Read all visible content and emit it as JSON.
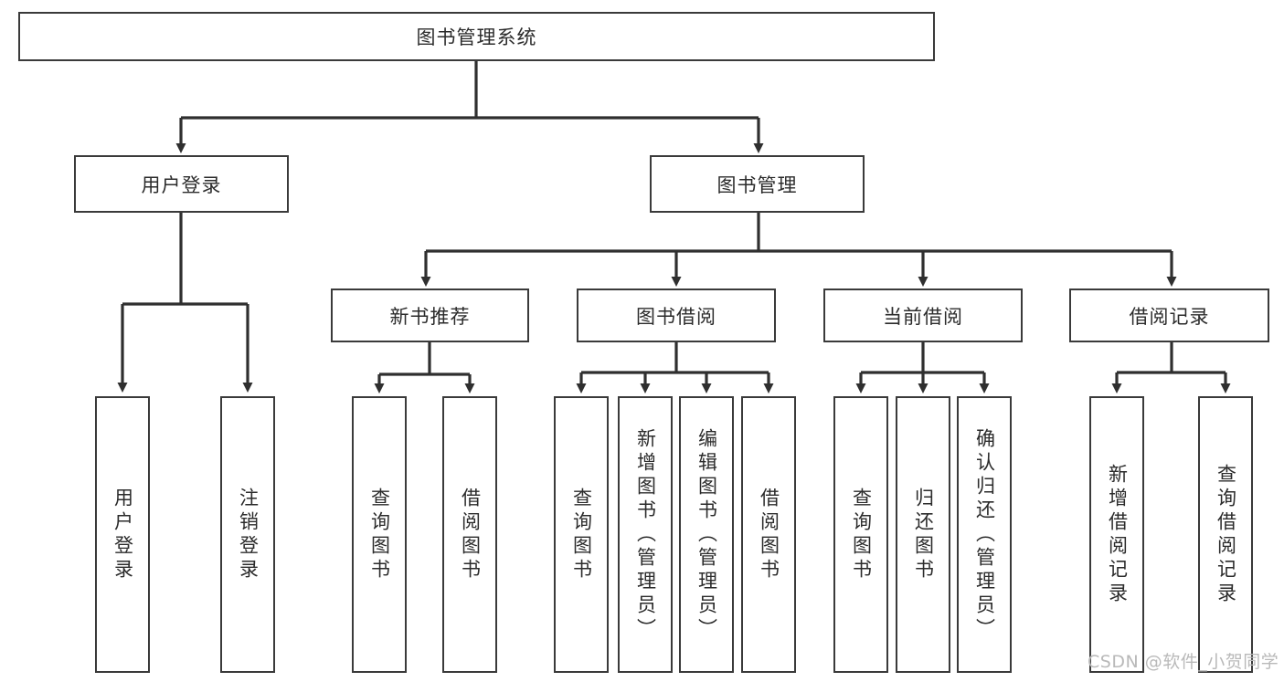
{
  "diagram": {
    "type": "tree-hierarchy-chart",
    "title": "图书管理系统",
    "colors": {
      "box_border": "#3a3a3a",
      "box_fill": "#ffffff",
      "connector": "#2f2f2f",
      "text": "#2b2b2b",
      "watermark": "#b9b9b9",
      "background": "#ffffff"
    },
    "levels": {
      "root": {
        "label": "图书管理系统"
      },
      "level2": [
        {
          "label": "用户登录"
        },
        {
          "label": "图书管理"
        }
      ],
      "level3": [
        {
          "label": "新书推荐"
        },
        {
          "label": "图书借阅"
        },
        {
          "label": "当前借阅"
        },
        {
          "label": "借阅记录"
        }
      ],
      "leaves": [
        {
          "label": "用户登录",
          "parent": "用户登录"
        },
        {
          "label": "注销登录",
          "parent": "用户登录"
        },
        {
          "label": "查询图书",
          "parent": "新书推荐"
        },
        {
          "label": "借阅图书",
          "parent": "新书推荐"
        },
        {
          "label": "查询图书",
          "parent": "图书借阅"
        },
        {
          "label": "新增图书（管理员）",
          "parent": "图书借阅"
        },
        {
          "label": "编辑图书（管理员）",
          "parent": "图书借阅"
        },
        {
          "label": "借阅图书",
          "parent": "图书借阅"
        },
        {
          "label": "查询图书",
          "parent": "当前借阅"
        },
        {
          "label": "归还图书",
          "parent": "当前借阅"
        },
        {
          "label": "确认归还（管理员）",
          "parent": "当前借阅"
        },
        {
          "label": "新增借阅记录",
          "parent": "借阅记录"
        },
        {
          "label": "查询借阅记录",
          "parent": "借阅记录"
        }
      ]
    },
    "watermark": "CSDN @软件_小贺同学"
  }
}
